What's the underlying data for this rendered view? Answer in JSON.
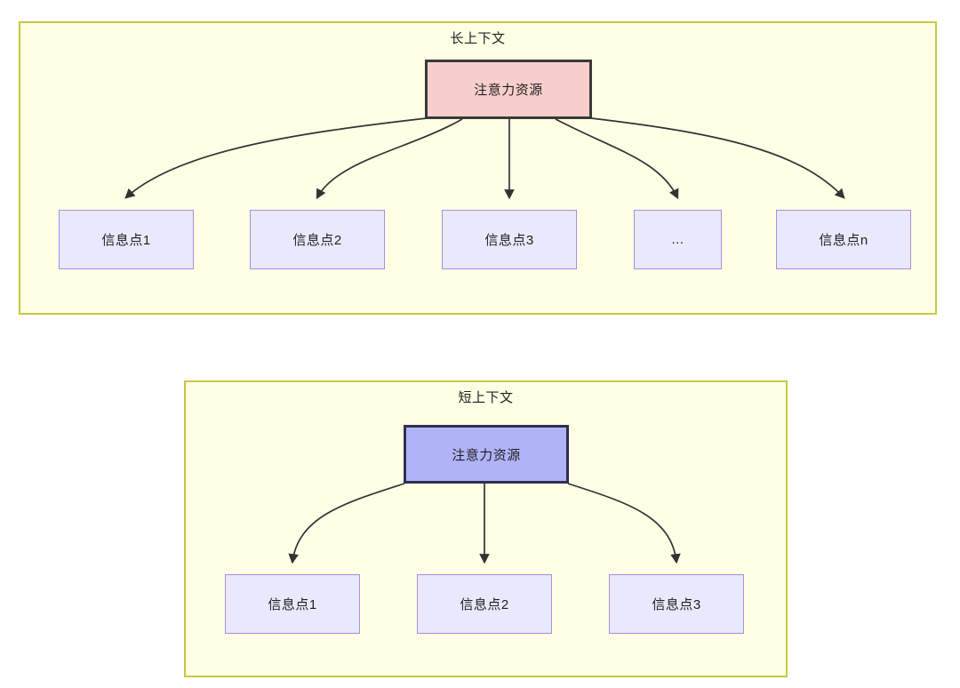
{
  "diagram": {
    "type": "flowchart",
    "background": "#FFFFFF",
    "colors": {
      "panel_fill": "#FFFFE6",
      "panel_border": "#C8C845",
      "attention_long_fill": "#F8CECC",
      "attention_long_border": "#3A3A3A",
      "attention_short_fill": "#B1B3F8",
      "attention_short_border": "#2F2F4F",
      "info_fill": "#E9E9FD",
      "info_border": "#A98EE0",
      "edge_stroke": "#333333",
      "text": "#1F1F1F"
    },
    "panels": [
      {
        "id": "long-context",
        "title": "长上下文",
        "root": {
          "label": "注意力资源"
        },
        "children": [
          {
            "label": "信息点1"
          },
          {
            "label": "信息点2"
          },
          {
            "label": "信息点3"
          },
          {
            "label": "..."
          },
          {
            "label": "信息点n"
          }
        ]
      },
      {
        "id": "short-context",
        "title": "短上下文",
        "root": {
          "label": "注意力资源"
        },
        "children": [
          {
            "label": "信息点1"
          },
          {
            "label": "信息点2"
          },
          {
            "label": "信息点3"
          }
        ]
      }
    ]
  }
}
